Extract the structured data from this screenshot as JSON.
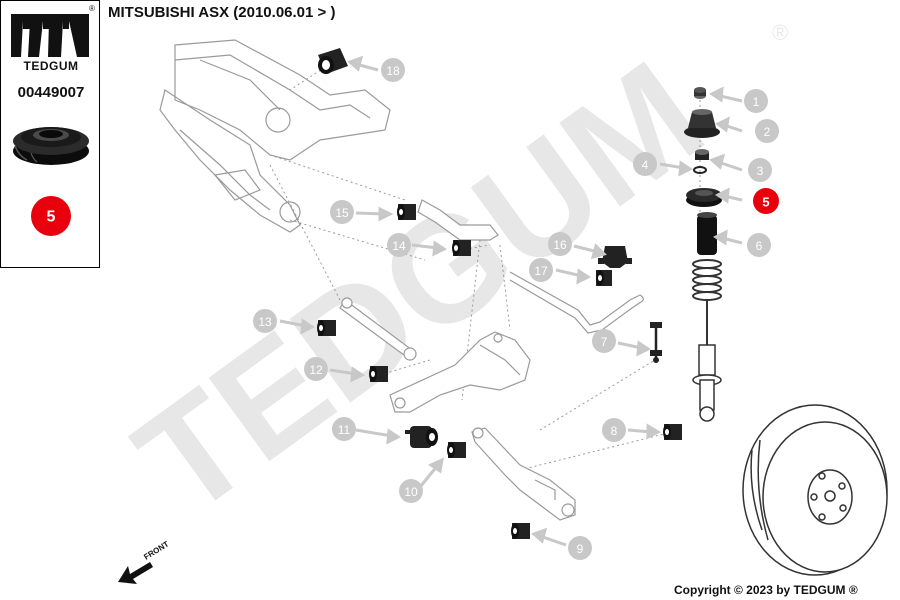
{
  "header": {
    "brand_name": "TEDGUM",
    "registered_mark": "®",
    "part_number": "00449007",
    "model_title": "MITSUBISHI ASX (2010.06.01 > )",
    "highlighted_part": "5"
  },
  "watermark": {
    "text": "TEDGUM",
    "registered_mark": "®"
  },
  "direction_label": "FRONT",
  "callouts": [
    {
      "id": "1",
      "label": "1",
      "highlighted": false
    },
    {
      "id": "2",
      "label": "2",
      "highlighted": false
    },
    {
      "id": "3",
      "label": "3",
      "highlighted": false
    },
    {
      "id": "4",
      "label": "4",
      "highlighted": false
    },
    {
      "id": "5",
      "label": "5",
      "highlighted": true
    },
    {
      "id": "6",
      "label": "6",
      "highlighted": false
    },
    {
      "id": "7",
      "label": "7",
      "highlighted": false
    },
    {
      "id": "8",
      "label": "8",
      "highlighted": false
    },
    {
      "id": "9",
      "label": "9",
      "highlighted": false
    },
    {
      "id": "10",
      "label": "10",
      "highlighted": false
    },
    {
      "id": "11",
      "label": "11",
      "highlighted": false
    },
    {
      "id": "12",
      "label": "12",
      "highlighted": false
    },
    {
      "id": "13",
      "label": "13",
      "highlighted": false
    },
    {
      "id": "14",
      "label": "14",
      "highlighted": false
    },
    {
      "id": "15",
      "label": "15",
      "highlighted": false
    },
    {
      "id": "16",
      "label": "16",
      "highlighted": false
    },
    {
      "id": "17",
      "label": "17",
      "highlighted": false
    },
    {
      "id": "18",
      "label": "18",
      "highlighted": false
    }
  ],
  "footer": {
    "copyright": "Copyright © 2023 by TEDGUM ®"
  },
  "colors": {
    "callout_grey": "#c8c8c8",
    "highlight_red": "#e8000d",
    "line_grey": "#b5b5b5",
    "part_black": "#1a1a1a"
  }
}
